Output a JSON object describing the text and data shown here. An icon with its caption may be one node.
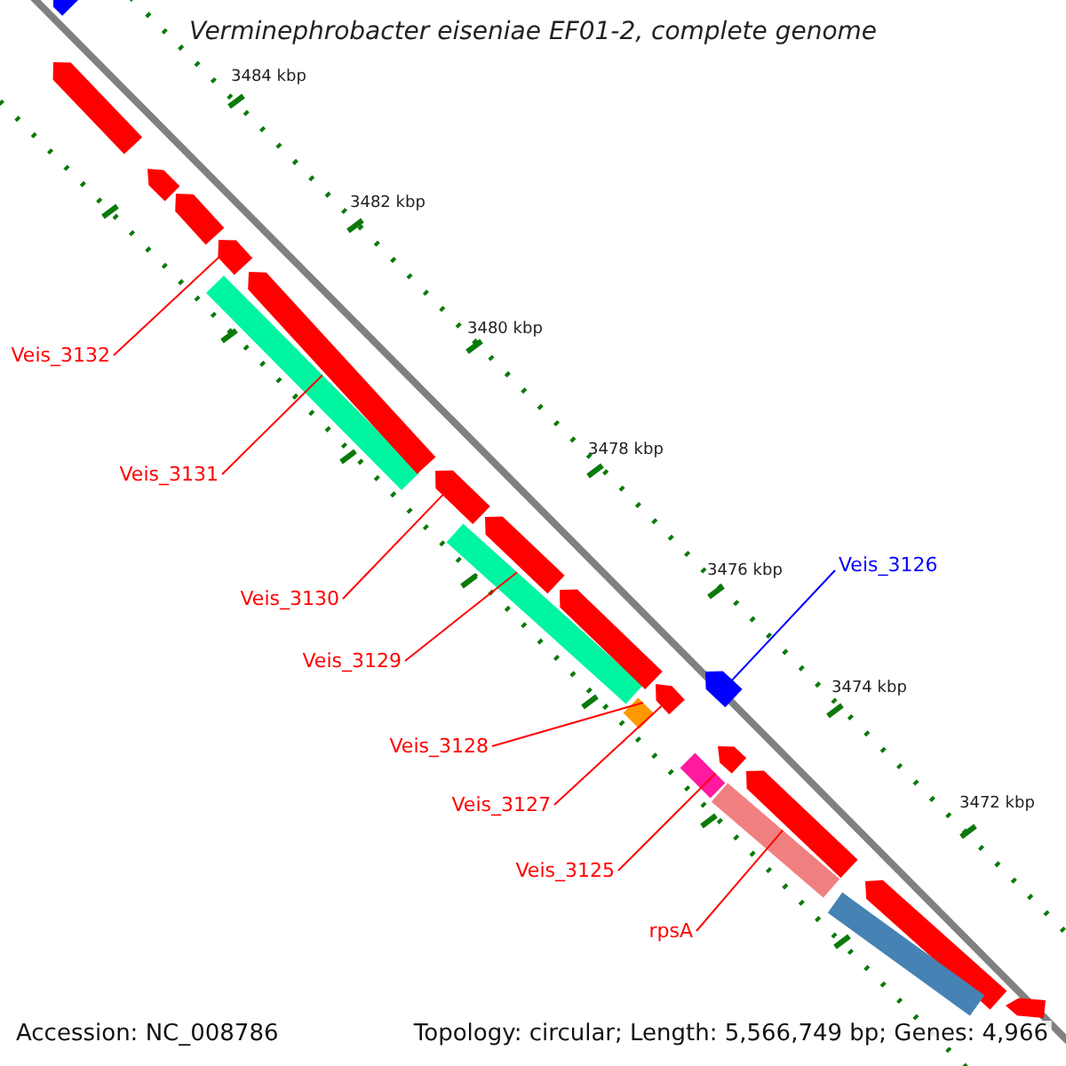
{
  "diagram": {
    "title": "Verminephrobacter eiseniae EF01-2, complete genome",
    "nodes": [
      {
        "text": [
          "Veis_3132"
        ]
      },
      {
        "text": [
          "Veis_3131"
        ]
      },
      {
        "text": [
          "Veis_3130"
        ]
      },
      {
        "text": [
          "Veis_3129"
        ]
      },
      {
        "text": [
          "Veis_3128"
        ]
      },
      {
        "text": [
          "Veis_3127"
        ]
      },
      {
        "text": [
          "Veis_3125"
        ]
      },
      {
        "text": [
          "rpsA"
        ]
      },
      {
        "text": [
          "Veis_3126"
        ]
      },
      {
        "text": [],
        "shape": "arrow"
      },
      {
        "text": [],
        "shape": "bar"
      },
      {
        "text": [],
        "shape": "arrow"
      },
      {
        "text": [],
        "shape": "bar"
      },
      {
        "text": [],
        "shape": "bar"
      },
      {
        "text": [],
        "shape": "arrow"
      },
      {
        "text": [],
        "shape": "bar"
      },
      {
        "text": [],
        "shape": "bar"
      },
      {
        "text": [],
        "shape": "arrow"
      },
      {
        "text": [],
        "shape": "arrow"
      },
      {
        "text": [],
        "shape": "arrow"
      },
      {
        "text": [],
        "shape": "arrow"
      },
      {
        "text": [],
        "shape": "arrow"
      },
      {
        "text": [],
        "shape": "arrow"
      },
      {
        "text": [],
        "shape": "arrow"
      },
      {
        "text": [],
        "shape": "arrow"
      },
      {
        "text": [],
        "shape": "arrow"
      },
      {
        "text": [],
        "shape": "arrow"
      },
      {
        "text": [],
        "shape": "arrow"
      },
      {
        "text": [],
        "shape": "arrow"
      },
      {
        "text": [],
        "shape": "bar"
      }
    ],
    "edges": [
      {
        "from": 0,
        "to": 9,
        "arrow": "none"
      },
      {
        "from": 1,
        "to": 10,
        "arrow": "none"
      },
      {
        "from": 2,
        "to": 11,
        "arrow": "none"
      },
      {
        "from": 3,
        "to": 12,
        "arrow": "none"
      },
      {
        "from": 4,
        "to": 13,
        "arrow": "none"
      },
      {
        "from": 5,
        "to": 14,
        "arrow": "none"
      },
      {
        "from": 6,
        "to": 15,
        "arrow": "none"
      },
      {
        "from": 7,
        "to": 16,
        "arrow": "none"
      },
      {
        "from": 8,
        "to": 17,
        "arrow": "none",
        "color": "#0000ff"
      }
    ],
    "labels": [
      "3484 kbp",
      "3482 kbp",
      "3480 kbp",
      "3478 kbp",
      "3476 kbp",
      "3474 kbp",
      "3472 kbp",
      "Accession: NC_008786",
      "Topology: circular; Length: 5,566,749 bp; Genes: 4,966"
    ]
  }
}
